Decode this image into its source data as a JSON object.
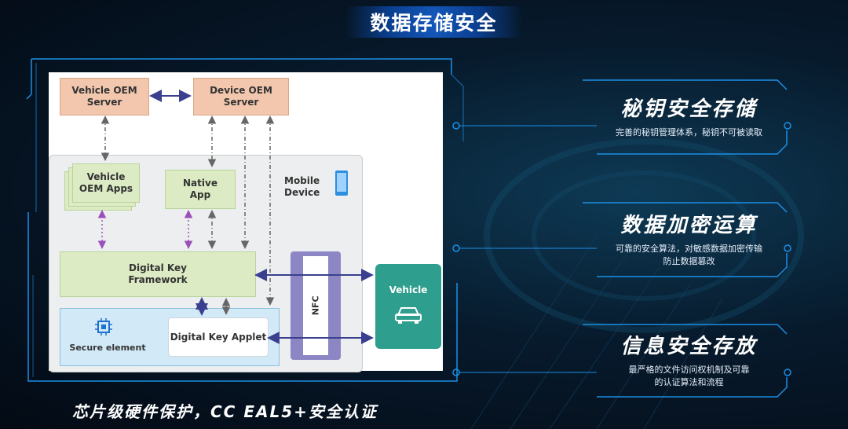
{
  "title": "数据存储安全",
  "diagram": {
    "vehicle_oem_server": "Vehicle OEM\nServer",
    "device_oem_server": "Device OEM\nServer",
    "mobile_device": "Mobile\nDevice",
    "vehicle_oem_apps": "Vehicle\nOEM Apps",
    "native_app": "Native\nApp",
    "digital_key_framework": "Digital Key\nFramework",
    "nfc": "NFC",
    "vehicle": "Vehicle",
    "secure_element": "Secure element",
    "digital_key_applet": "Digital Key Applet"
  },
  "features": [
    {
      "heading": "秘钥安全存储",
      "desc": "完善的秘钥管理体系，秘钥不可被读取"
    },
    {
      "heading": "数据加密运算",
      "desc": "可靠的安全算法，对敏感数据加密传输\n防止数据篡改"
    },
    {
      "heading": "信息安全存放",
      "desc": "最严格的文件访问权机制及可靠\n的认证算法和流程"
    }
  ],
  "bottom_caption": "芯片级硬件保护，CC EAL5+安全认证",
  "colors": {
    "accent": "#1b8fe6",
    "title_bg": "#1356b8",
    "oem": "#f2c7ae",
    "green": "#dcebc4",
    "nfc": "#8c86c4",
    "vehicle": "#2e9e8e"
  }
}
